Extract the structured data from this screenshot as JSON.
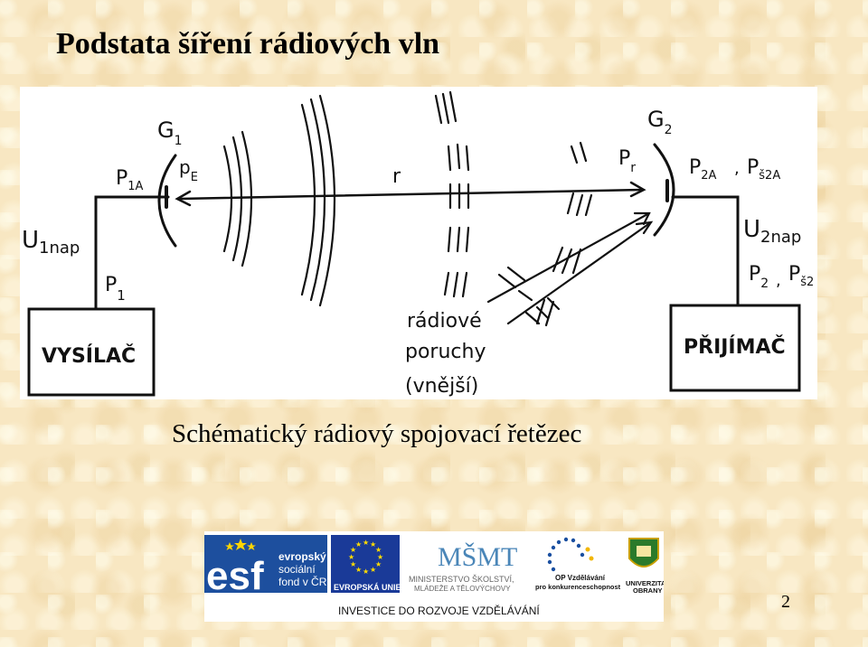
{
  "title": "Podstata šíření rádiových vln",
  "diagram": {
    "transmitter_label": "VYSÍLAČ",
    "receiver_label": "PŘIJÍMAČ",
    "g1_label": "G",
    "g1_sub": "1",
    "g2_label": "G",
    "g2_sub": "2",
    "p1a_label": "P",
    "p1a_sub": "1A",
    "p1_label": "P",
    "p1_sub": "1",
    "u1_label": "U",
    "u1_sub": "1nap",
    "pe_label": "p",
    "pe_sub": "E",
    "r_label": "r",
    "pr_label": "P",
    "pr_sub": "r",
    "p2a_label": "P",
    "p2a_sub": "2A",
    "ps2a_label": "P",
    "ps2a_sub": "š2A",
    "u2_label": "U",
    "u2_sub": "2nap",
    "p2_label": "P",
    "p2_sub": "2",
    "ps2_label": "P",
    "ps2_sub": "š2",
    "interference_line1": "rádiové",
    "interference_line2": "poruchy",
    "interference_line3": "(vnější)"
  },
  "caption": "Schématický rádiový spojovací řetězec",
  "logos": {
    "esf_label": "esf",
    "esf_line1": "evropský",
    "esf_line2": "sociální",
    "esf_line3": "fond v ČR",
    "eu_label": "EVROPSKÁ UNIE",
    "msmt_label": "MŠMT",
    "msmt_line1": "MINISTERSTVO ŠKOLSTVÍ,",
    "msmt_line2": "MLÁDEŽE A TĚLOVÝCHOVY",
    "op_line1": "OP Vzdělávání",
    "op_line2": "pro konkurenceschopnost",
    "unob_line1": "UNIVERZITA",
    "unob_line2": "OBRANY",
    "investment_text": "INVESTICE DO ROZVOJE VZDĚLÁVÁNÍ"
  },
  "page_number": "2"
}
